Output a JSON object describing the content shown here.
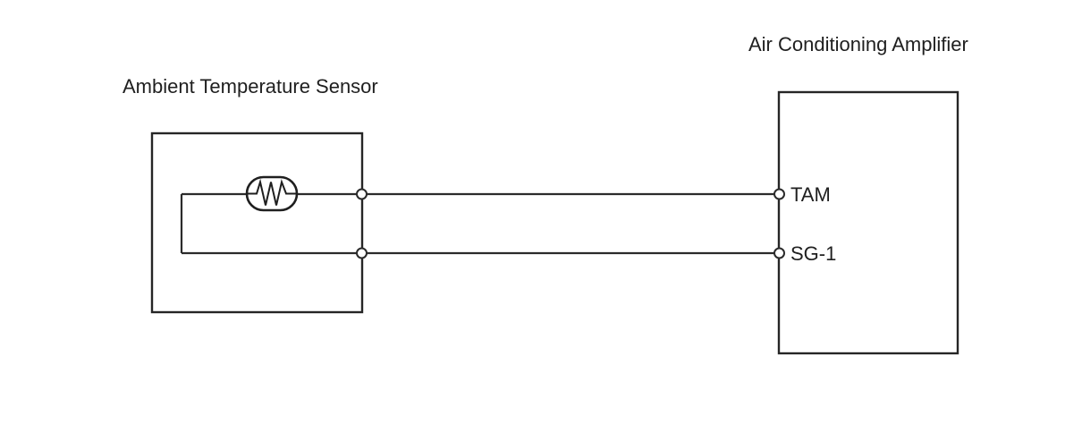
{
  "diagram": {
    "components": {
      "sensor": {
        "label": "Ambient Temperature Sensor"
      },
      "amplifier": {
        "label": "Air Conditioning Amplifier"
      }
    },
    "terminals": [
      {
        "label": "TAM"
      },
      {
        "label": "SG-1"
      }
    ],
    "symbols": [
      {
        "name": "resistor-icon",
        "description": "thermistor element inside sensor"
      }
    ],
    "colors": {
      "line": "#262626",
      "text": "#1f1f1f",
      "background": "#ffffff"
    }
  }
}
